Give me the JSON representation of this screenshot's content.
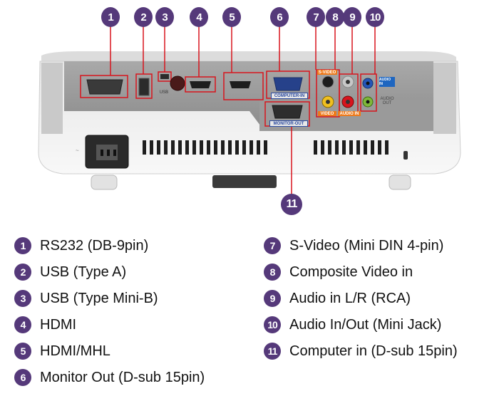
{
  "diagram": {
    "callouts": [
      {
        "num": "1"
      },
      {
        "num": "2"
      },
      {
        "num": "3"
      },
      {
        "num": "4"
      },
      {
        "num": "5"
      },
      {
        "num": "6"
      },
      {
        "num": "7"
      },
      {
        "num": "8"
      },
      {
        "num": "9"
      },
      {
        "num": "10"
      },
      {
        "num": "11"
      }
    ],
    "panel_labels": {
      "svideo": "S-VIDEO",
      "video": "VIDEO",
      "audio_in_lr": "AUDIO IN",
      "audio_in": "AUDIO IN",
      "audio_out": "AUDIO OUT",
      "computer_in": "COMPUTER-IN",
      "monitor_out": "MONITOR-OUT",
      "usb": "USB"
    },
    "colors": {
      "badge": "#55397a",
      "highlight": "#d8141d",
      "orange_tag": "#ee7a1a",
      "blue_tag": "#1e66c0"
    }
  },
  "legend": [
    {
      "num": "1",
      "label": "RS232 (DB-9pin)"
    },
    {
      "num": "2",
      "label": "USB (Type A)"
    },
    {
      "num": "3",
      "label": "USB (Type Mini-B)"
    },
    {
      "num": "4",
      "label": "HDMI"
    },
    {
      "num": "5",
      "label": "HDMI/MHL"
    },
    {
      "num": "6",
      "label": "Monitor Out (D-sub 15pin)"
    },
    {
      "num": "7",
      "label": "S-Video (Mini DIN 4-pin)"
    },
    {
      "num": "8",
      "label": "Composite Video in"
    },
    {
      "num": "9",
      "label": "Audio in L/R (RCA)"
    },
    {
      "num": "10",
      "label": "Audio In/Out (Mini Jack)"
    },
    {
      "num": "11",
      "label": "Computer in (D-sub 15pin)"
    }
  ]
}
